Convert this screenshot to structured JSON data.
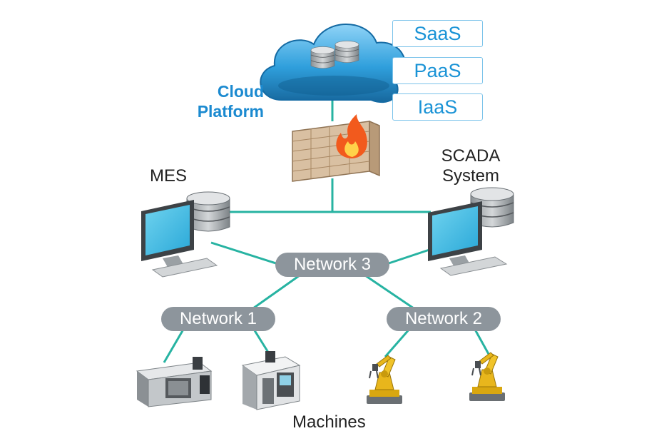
{
  "cloud": {
    "label_line1": "Cloud",
    "label_line2": "Platform",
    "services": [
      "SaaS",
      "PaaS",
      "IaaS"
    ]
  },
  "labels": {
    "mes": "MES",
    "scada_line1": "SCADA",
    "scada_line2": "System",
    "machines": "Machines"
  },
  "networks": {
    "network3": "Network 3",
    "network1": "Network 1",
    "network2": "Network 2"
  },
  "icons": {
    "cloud": "cloud-database-icon",
    "firewall": "firewall-icon",
    "mes": "computer-server-icon",
    "scada": "computer-server-icon",
    "lathe": "cnc-lathe-icon",
    "mill": "cnc-mill-icon",
    "robots": "robot-arm-icon"
  },
  "colors": {
    "link": "#27b3a2",
    "cloud": "#2f9fdc",
    "label_blue": "#1b8ad0",
    "network_pill": "#8d959c",
    "robot": "#e8b61c"
  }
}
